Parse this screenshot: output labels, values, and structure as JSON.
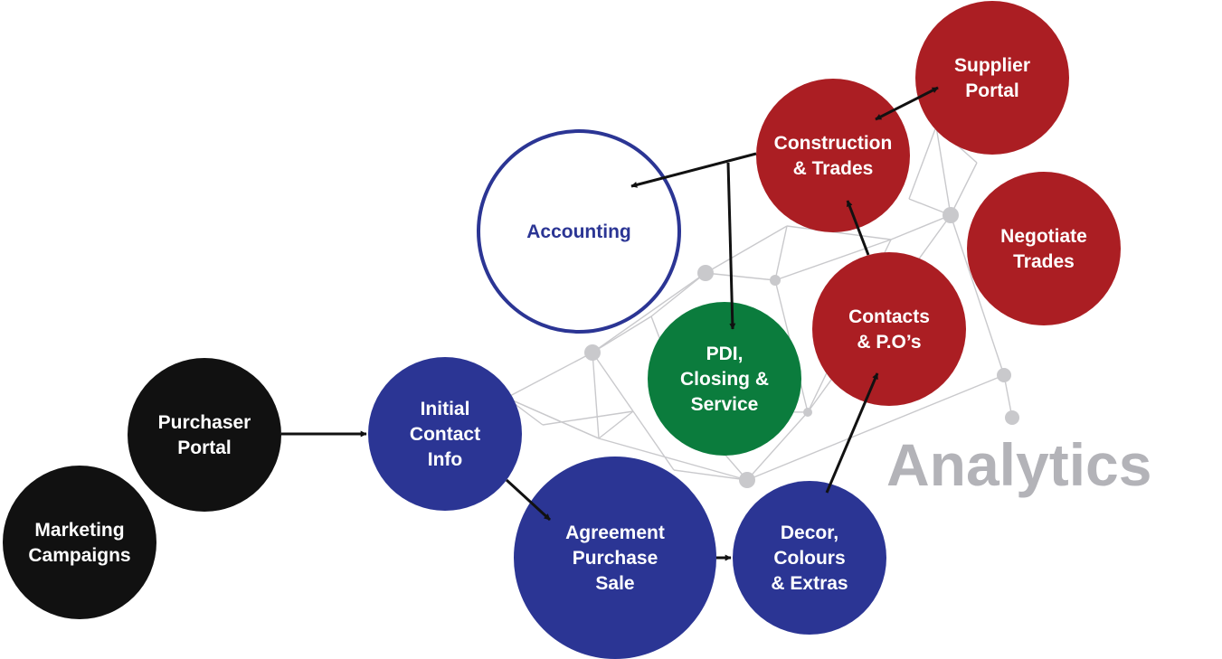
{
  "diagram": {
    "watermark": "Analytics",
    "colors": {
      "black": "#111111",
      "blue": "#2b3594",
      "red": "#ab1e23",
      "green": "#0b7c3d",
      "outline_blue": "#2b3594",
      "network_gray": "#c9c9cc",
      "analytics_gray": "#b3b3b8",
      "arrow": "#111111"
    },
    "nodes": [
      {
        "id": "marketing-campaigns",
        "lines": [
          "Marketing",
          "Campaigns"
        ],
        "color": "black"
      },
      {
        "id": "purchaser-portal",
        "lines": [
          "Purchaser",
          "Portal"
        ],
        "color": "black"
      },
      {
        "id": "initial-contact-info",
        "lines": [
          "Initial",
          "Contact",
          "Info"
        ],
        "color": "blue"
      },
      {
        "id": "agreement-purchase-sale",
        "lines": [
          "Agreement",
          "Purchase",
          "Sale"
        ],
        "color": "blue"
      },
      {
        "id": "decor-colours-extras",
        "lines": [
          "Decor,",
          "Colours",
          "& Extras"
        ],
        "color": "blue"
      },
      {
        "id": "accounting",
        "lines": [
          "Accounting"
        ],
        "color": "outline"
      },
      {
        "id": "pdi-closing-service",
        "lines": [
          "PDI,",
          "Closing &",
          "Service"
        ],
        "color": "green"
      },
      {
        "id": "contacts-pos",
        "lines": [
          "Contacts",
          "& P.O’s"
        ],
        "color": "red"
      },
      {
        "id": "construction-trades",
        "lines": [
          "Construction",
          "& Trades"
        ],
        "color": "red"
      },
      {
        "id": "supplier-portal",
        "lines": [
          "Supplier",
          "Portal"
        ],
        "color": "red"
      },
      {
        "id": "negotiate-trades",
        "lines": [
          "Negotiate",
          "Trades"
        ],
        "color": "red"
      }
    ],
    "connections": [
      {
        "from": "purchaser-portal",
        "to": "initial-contact-info",
        "type": "arrow"
      },
      {
        "from": "initial-contact-info",
        "to": "agreement-purchase-sale",
        "type": "arrow"
      },
      {
        "from": "agreement-purchase-sale",
        "to": "decor-colours-extras",
        "type": "arrow"
      },
      {
        "from": "decor-colours-extras",
        "to": "contacts-pos",
        "type": "arrow"
      },
      {
        "from": "contacts-pos",
        "to": "construction-trades",
        "type": "arrow"
      },
      {
        "from": "construction-trades",
        "to": "supplier-portal",
        "type": "double-arrow"
      },
      {
        "from": "construction-trades",
        "to": "accounting",
        "type": "arrow"
      },
      {
        "from": "construction-trades",
        "to": "pdi-closing-service",
        "type": "arrow"
      }
    ]
  }
}
